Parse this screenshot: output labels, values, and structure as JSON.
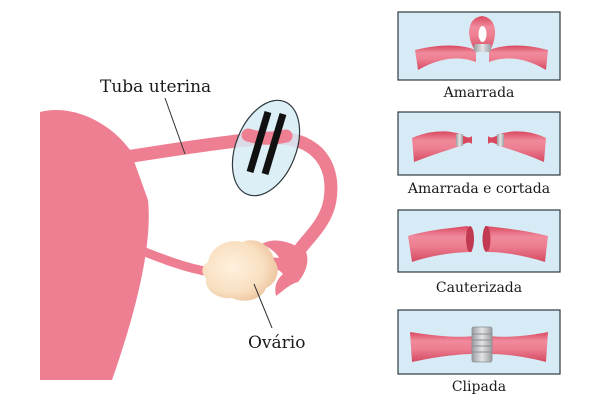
{
  "labels": {
    "tube": "Tuba uterina",
    "ovary": "Ovário"
  },
  "panels": [
    {
      "icon": "tied-tube-icon",
      "label": "Amarrada"
    },
    {
      "icon": "tied-cut-tube-icon",
      "label": "Amarrada e cortada"
    },
    {
      "icon": "cauterized-tube-icon",
      "label": "Cauterizada"
    },
    {
      "icon": "clipped-tube-icon",
      "label": "Clipada"
    }
  ],
  "colors": {
    "tissue": "#ee7f92",
    "tissue_dark": "#d9485f",
    "ovary": "#f8dfc0",
    "panel_bg": "#d6ebf5",
    "clip": "#b5b8bc",
    "outline": "#2f3a3f"
  }
}
